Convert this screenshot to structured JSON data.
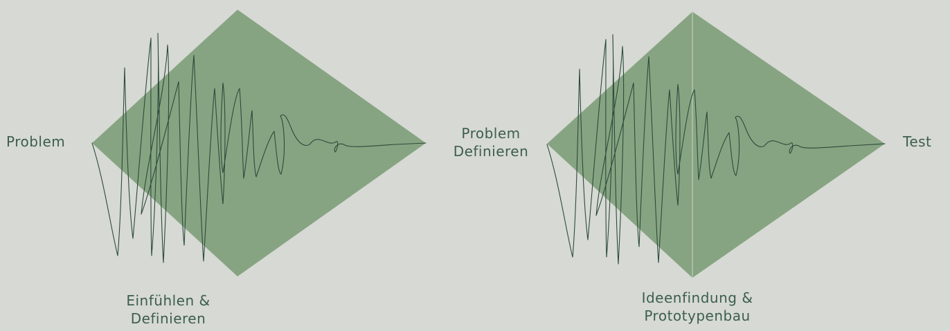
{
  "colors": {
    "background": "#d7d9d4",
    "diamond_fill": "#87a482",
    "scribble_stroke": "#2b4a3b",
    "divider": "#b3c4ad",
    "label_text": "#3c5e4f"
  },
  "labels": {
    "problem": "Problem",
    "problem_definieren_line1": "Problem",
    "problem_definieren_line2": "Definieren",
    "test": "Test",
    "einfuehlen_line1": "Einfühlen &",
    "einfuehlen_line2": "Definieren",
    "ideenfindung_line1": "Ideenfindung &",
    "ideenfindung_line2": "Prototypenbau"
  }
}
